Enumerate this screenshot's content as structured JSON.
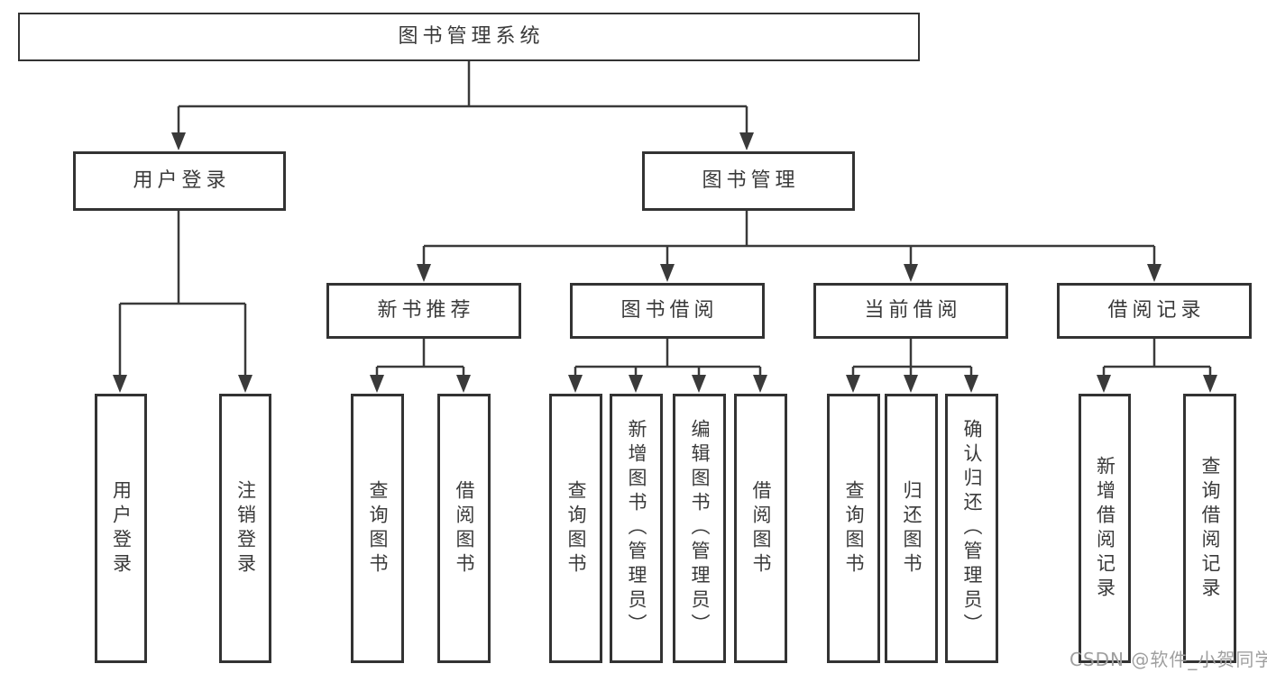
{
  "tree": {
    "root": {
      "label": "图书管理系统"
    },
    "login": {
      "label": "用户登录",
      "children": [
        {
          "label": "用户登录"
        },
        {
          "label": "注销登录"
        }
      ]
    },
    "manage": {
      "label": "图书管理",
      "sections": [
        {
          "label": "新书推荐",
          "children": [
            {
              "label": "查询图书"
            },
            {
              "label": "借阅图书"
            }
          ]
        },
        {
          "label": "图书借阅",
          "children": [
            {
              "label": "查询图书"
            },
            {
              "label": "新增图书（管理员）"
            },
            {
              "label": "编辑图书（管理员）"
            },
            {
              "label": "借阅图书"
            }
          ]
        },
        {
          "label": "当前借阅",
          "children": [
            {
              "label": "查询图书"
            },
            {
              "label": "归还图书"
            },
            {
              "label": "确认归还（管理员）"
            }
          ]
        },
        {
          "label": "借阅记录",
          "children": [
            {
              "label": "新增借阅记录"
            },
            {
              "label": "查询借阅记录"
            }
          ]
        }
      ]
    }
  },
  "watermark": {
    "text": "CSDN @软件_小贺同学",
    "color": "#9f9f9f"
  },
  "colors": {
    "line": "#3a3a3a",
    "border": "#333333",
    "text": "#3a3a3a",
    "background": "#ffffff"
  }
}
